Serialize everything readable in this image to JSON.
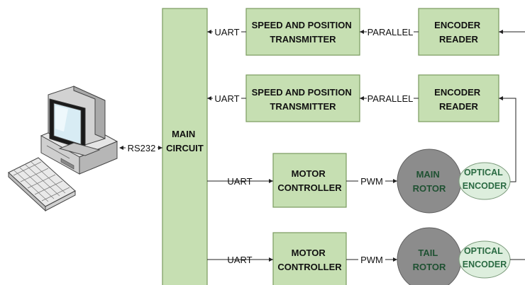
{
  "main_circuit": {
    "line1": "MAIN",
    "line2": "CIRCUIT"
  },
  "pc_link": "RS232",
  "rows": [
    {
      "link_main": "UART",
      "block_line1": "SPEED AND POSITION",
      "block_line2": "TRANSMITTER",
      "link_mid": "PARALLEL",
      "reader_line1": "ENCODER",
      "reader_line2": "READER"
    },
    {
      "link_main": "UART",
      "block_line1": "SPEED AND POSITION",
      "block_line2": "TRANSMITTER",
      "link_mid": "PARALLEL",
      "reader_line1": "ENCODER",
      "reader_line2": "READER"
    },
    {
      "link_main": "UART",
      "block_line1": "MOTOR",
      "block_line2": "CONTROLLER",
      "link_mid": "PWM",
      "rotor_line1": "MAIN",
      "rotor_line2": "ROTOR",
      "encoder_line1": "OPTICAL",
      "encoder_line2": "ENCODER"
    },
    {
      "link_main": "UART",
      "block_line1": "MOTOR",
      "block_line2": "CONTROLLER",
      "link_mid": "PWM",
      "rotor_line1": "TAIL",
      "rotor_line2": "ROTOR",
      "encoder_line1": "OPTICAL",
      "encoder_line2": "ENCODER"
    }
  ],
  "colors": {
    "block_fill": "#c6dfb2",
    "rotor_fill": "#8c8c8c",
    "encoder_fill": "#ddeedd",
    "rotor_text": "#1f5132",
    "encoder_text": "#2a6a42"
  }
}
